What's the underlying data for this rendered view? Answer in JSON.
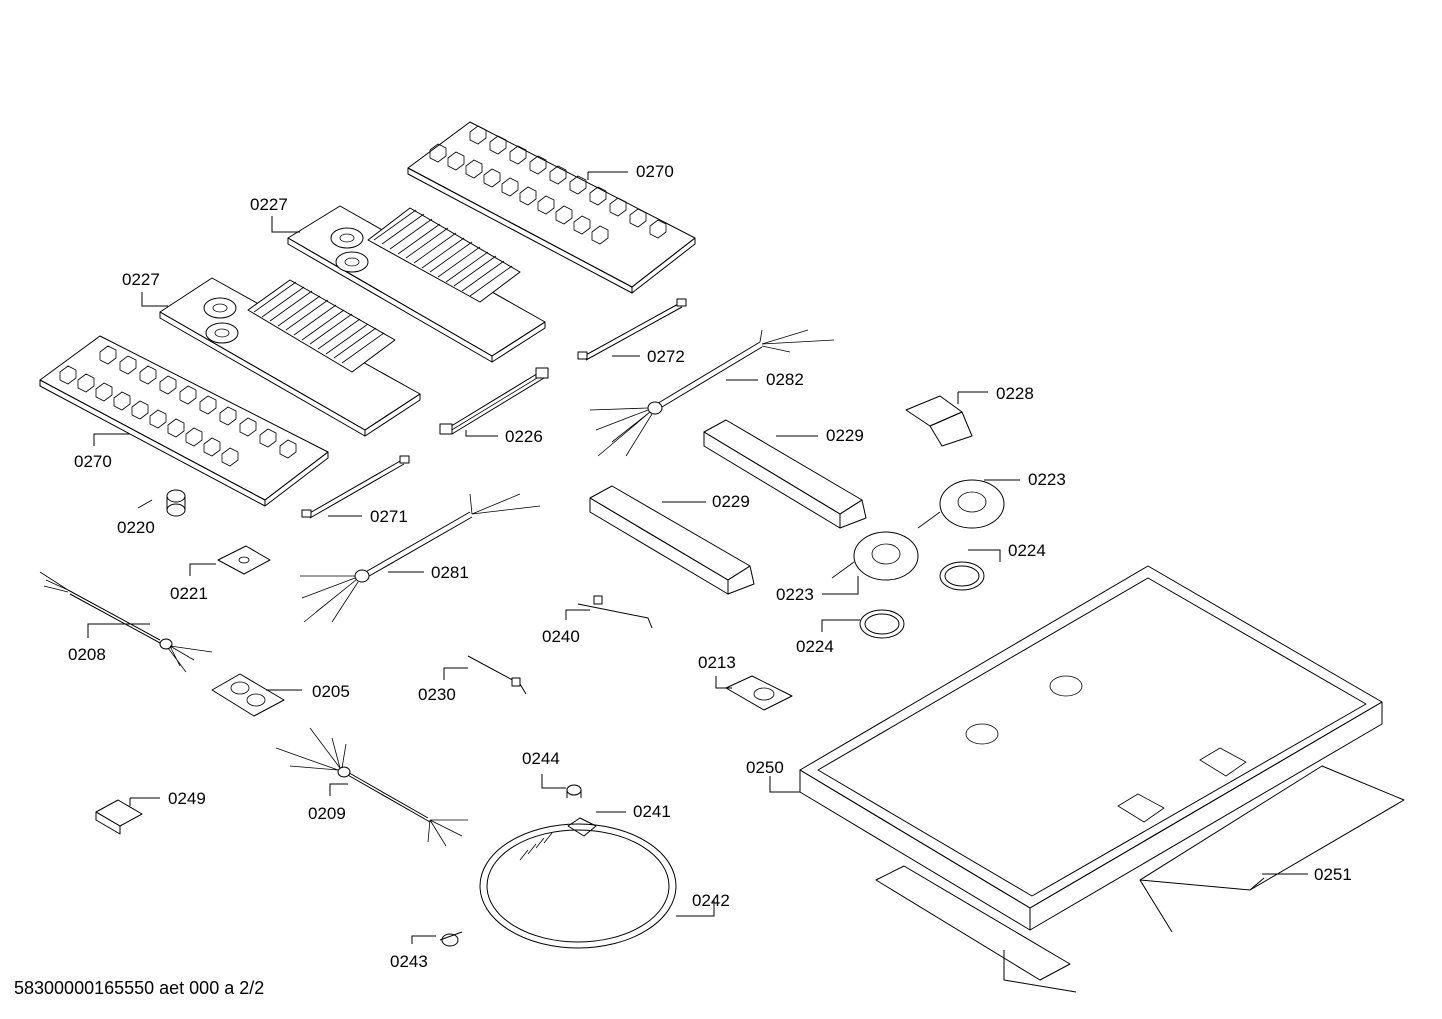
{
  "document_code": "58300000165550 aet 000 a 2/2",
  "colors": {
    "line": "#000000",
    "background": "#ffffff"
  },
  "callouts": [
    {
      "id": "c0270a",
      "label": "0270"
    },
    {
      "id": "c0227a",
      "label": "0227"
    },
    {
      "id": "c0227b",
      "label": "0227"
    },
    {
      "id": "c0270b",
      "label": "0270"
    },
    {
      "id": "c0272",
      "label": "0272"
    },
    {
      "id": "c0282",
      "label": "0282"
    },
    {
      "id": "c0228",
      "label": "0228"
    },
    {
      "id": "c0226",
      "label": "0226"
    },
    {
      "id": "c0229a",
      "label": "0229"
    },
    {
      "id": "c0223a",
      "label": "0223"
    },
    {
      "id": "c0220",
      "label": "0220"
    },
    {
      "id": "c0271",
      "label": "0271"
    },
    {
      "id": "c0229b",
      "label": "0229"
    },
    {
      "id": "c0224a",
      "label": "0224"
    },
    {
      "id": "c0221",
      "label": "0221"
    },
    {
      "id": "c0281",
      "label": "0281"
    },
    {
      "id": "c0223b",
      "label": "0223"
    },
    {
      "id": "c0240",
      "label": "0240"
    },
    {
      "id": "c0224b",
      "label": "0224"
    },
    {
      "id": "c0208",
      "label": "0208"
    },
    {
      "id": "c0213",
      "label": "0213"
    },
    {
      "id": "c0205",
      "label": "0205"
    },
    {
      "id": "c0230",
      "label": "0230"
    },
    {
      "id": "c0244",
      "label": "0244"
    },
    {
      "id": "c0250",
      "label": "0250"
    },
    {
      "id": "c0249",
      "label": "0249"
    },
    {
      "id": "c0241",
      "label": "0241"
    },
    {
      "id": "c0209",
      "label": "0209"
    },
    {
      "id": "c0251",
      "label": "0251"
    },
    {
      "id": "c0242",
      "label": "0242"
    },
    {
      "id": "c0243",
      "label": "0243"
    }
  ]
}
